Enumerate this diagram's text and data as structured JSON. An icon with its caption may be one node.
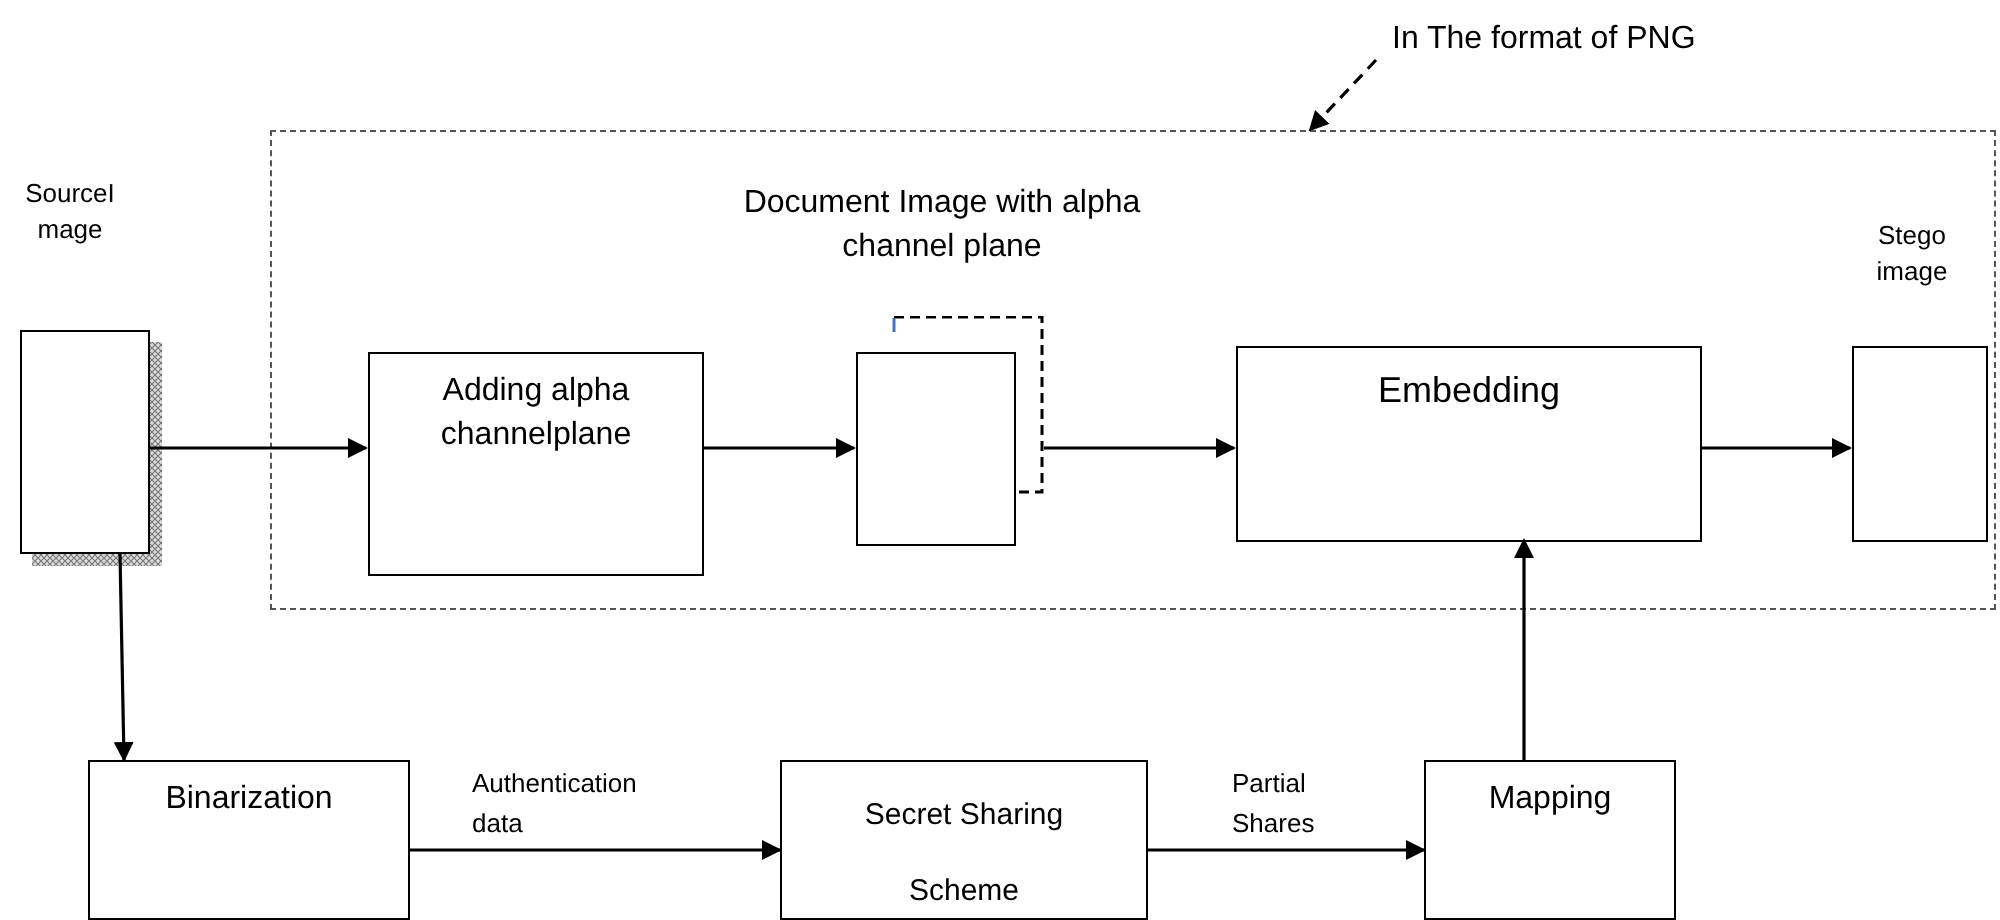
{
  "diagram": {
    "nodes": [
      {
        "text": [
          "In The format of PNG"
        ]
      },
      {
        "text": [],
        "shape": "box"
      },
      {
        "text": [
          "SourceI mage"
        ]
      },
      {
        "text": [
          "Adding alpha channelplane"
        ],
        "in": 1
      },
      {
        "text": [
          "Document Image with alpha channel plane"
        ],
        "in": 1
      },
      {
        "text": [
          "Embedding"
        ],
        "in": 1
      },
      {
        "text": [
          "Stego image"
        ],
        "in": 1
      },
      {
        "text": [
          "Binarization"
        ]
      },
      {
        "text": [
          "Secret Sharing Scheme"
        ]
      },
      {
        "text": [
          "Mapping"
        ]
      }
    ],
    "edges": [
      {
        "from": 0,
        "to": 1,
        "arrow": "to",
        "style": "dashed"
      },
      {
        "from": 2,
        "to": 3,
        "arrow": "to"
      },
      {
        "from": 3,
        "to": 4,
        "arrow": "to"
      },
      {
        "from": 4,
        "to": 5,
        "arrow": "to"
      },
      {
        "from": 5,
        "to": 6,
        "arrow": "to"
      },
      {
        "from": 2,
        "to": 7,
        "arrow": "to"
      },
      {
        "from": 7,
        "to": 8,
        "arrow": "to",
        "label": "Authentication data"
      },
      {
        "from": 8,
        "to": 9,
        "arrow": "to",
        "label": "Partial Shares"
      },
      {
        "from": 9,
        "to": 5,
        "arrow": "to"
      }
    ]
  }
}
